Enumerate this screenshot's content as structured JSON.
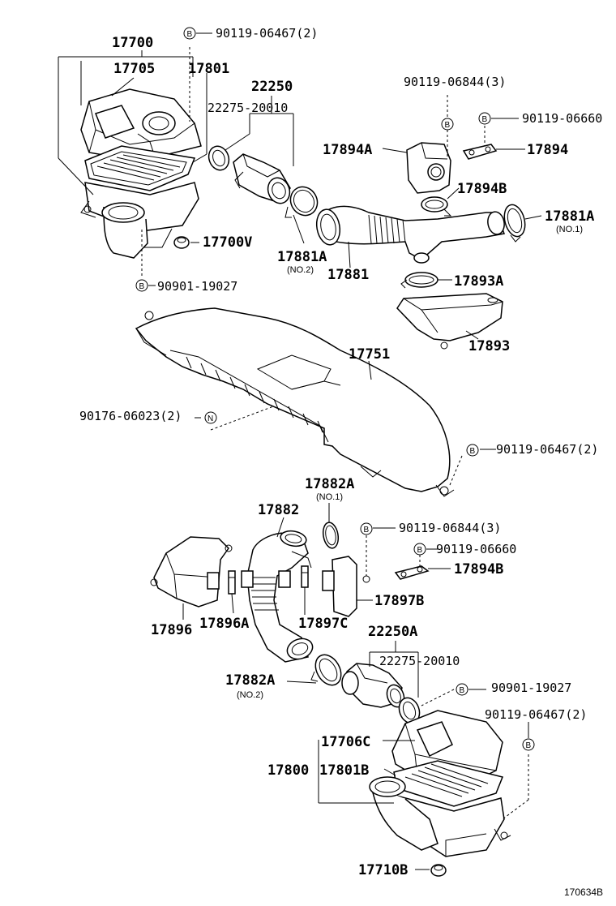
{
  "drawing_ref": "170634B",
  "symbols": {
    "bolt": "B",
    "nut": "N"
  },
  "upper": {
    "air_cleaner_assy": "17700",
    "case_sub": "17705",
    "element": "17801",
    "grommet": "17700V",
    "bolt_top": "90119-06467(2)",
    "bolt_bottom": "90901-19027",
    "flow_meter": "22250",
    "flow_meter_gasket": "22275-20010",
    "bolt_bracket_qty": "90119-06844(3)",
    "bolt_bracket_single": "90119-06660",
    "resonator_bracket": "17894A",
    "bracket": "17894",
    "clamp_b": "17894B",
    "clamp_right": "17881A",
    "clamp_right_note": "(NO.1)",
    "clamp_left": "17881A",
    "clamp_left_note": "(NO.2)",
    "hose": "17881",
    "clamp_lower": "17893A",
    "resonator": "17893"
  },
  "middle": {
    "duct": "17751",
    "nut_left": "90176-06023(2)",
    "bolt_right": "90119-06467(2)"
  },
  "lower": {
    "clamp_top": "17882A",
    "clamp_top_note": "(NO.1)",
    "hose": "17882",
    "bolt_bracket_qty": "90119-06844(3)",
    "bolt_bracket_single": "90119-06660",
    "bracket": "17894B",
    "resonator_left": "17896",
    "pin_left": "17896A",
    "pin_right": "17897C",
    "resonator_right": "17897B",
    "flow_meter": "22250A",
    "flow_meter_gasket": "22275-20010",
    "clamp_bottom": "17882A",
    "clamp_bottom_note": "(NO.2)",
    "bolt_a": "90901-19027",
    "bolt_b": "90119-06467(2)",
    "cap": "17706C",
    "air_cleaner_assy": "17800",
    "element": "17801B",
    "grommet": "17710B"
  }
}
